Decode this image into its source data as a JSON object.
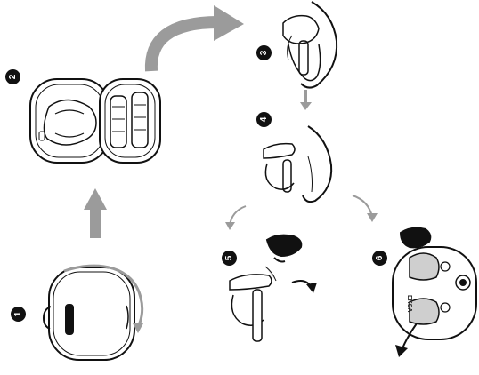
{
  "steps": [
    {
      "number": "1"
    },
    {
      "number": "2"
    },
    {
      "number": "3"
    },
    {
      "number": "4"
    },
    {
      "number": "5"
    },
    {
      "number": "6"
    }
  ],
  "brand_text": "EKSA",
  "colors": {
    "ink": "#111111",
    "arrow_gray": "#9b9b9b",
    "shade": "#cfcfcf"
  }
}
